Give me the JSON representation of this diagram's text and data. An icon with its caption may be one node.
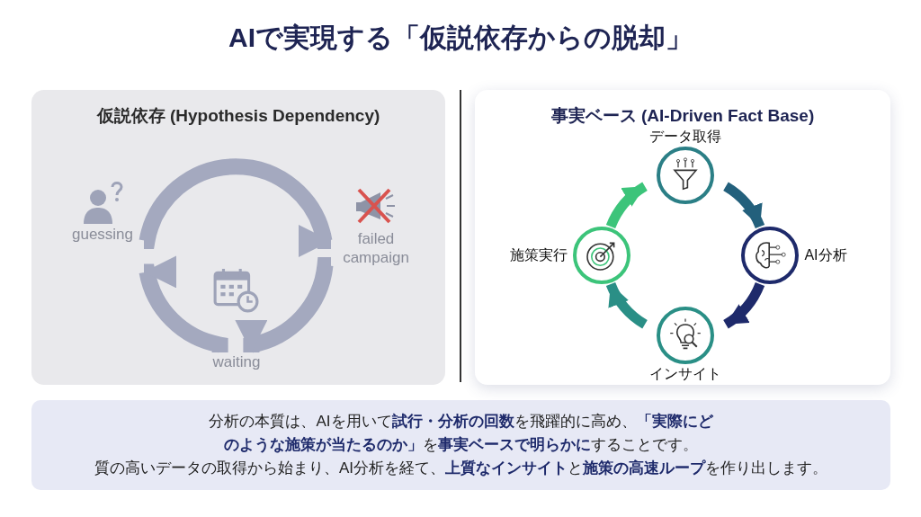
{
  "diagram": {
    "title": "AIで実現する「仮説依存からの脱却」",
    "nodes": [
      {
        "text": [
          "仮説依存 (Hypothesis Dependency)"
        ]
      },
      {
        "text": [
          "guessing"
        ],
        "in": 0
      },
      {
        "text": [
          "failed campaign"
        ],
        "in": 0
      },
      {
        "text": [
          "waiting"
        ],
        "in": 0
      },
      {
        "text": [
          "事実ベース (AI-Driven Fact Base)"
        ]
      },
      {
        "text": [
          "データ取得"
        ],
        "in": 4
      },
      {
        "text": [
          "AI分析"
        ],
        "in": 4
      },
      {
        "text": [
          "インサイト"
        ],
        "in": 4
      },
      {
        "text": [
          "施策実行"
        ],
        "in": 4
      },
      {
        "text": [
          "分析の本質は、AIを用いて**試行・分析の回数**を飛躍的に高め、**「実際にどのような施策が当たるのか」**を**事実ベースで明らかに**することです。",
          "質の高いデータの取得から始まり、AI分析を経て、**上質なインサイト**と**施策の高速ループ**を作り出します。"
        ]
      }
    ],
    "edges": [
      {
        "from": 1,
        "to": 2,
        "arrow": "to"
      },
      {
        "from": 2,
        "to": 3,
        "arrow": "to"
      },
      {
        "from": 3,
        "to": 1,
        "arrow": "to"
      },
      {
        "from": 5,
        "to": 6,
        "arrow": "to",
        "color": "#23607c"
      },
      {
        "from": 6,
        "to": 7,
        "arrow": "to",
        "color": "#1e2a6b"
      },
      {
        "from": 7,
        "to": 8,
        "arrow": "to",
        "color": "#2a8f86"
      },
      {
        "from": 8,
        "to": 5,
        "arrow": "to",
        "color": "#3cc47a"
      }
    ]
  }
}
